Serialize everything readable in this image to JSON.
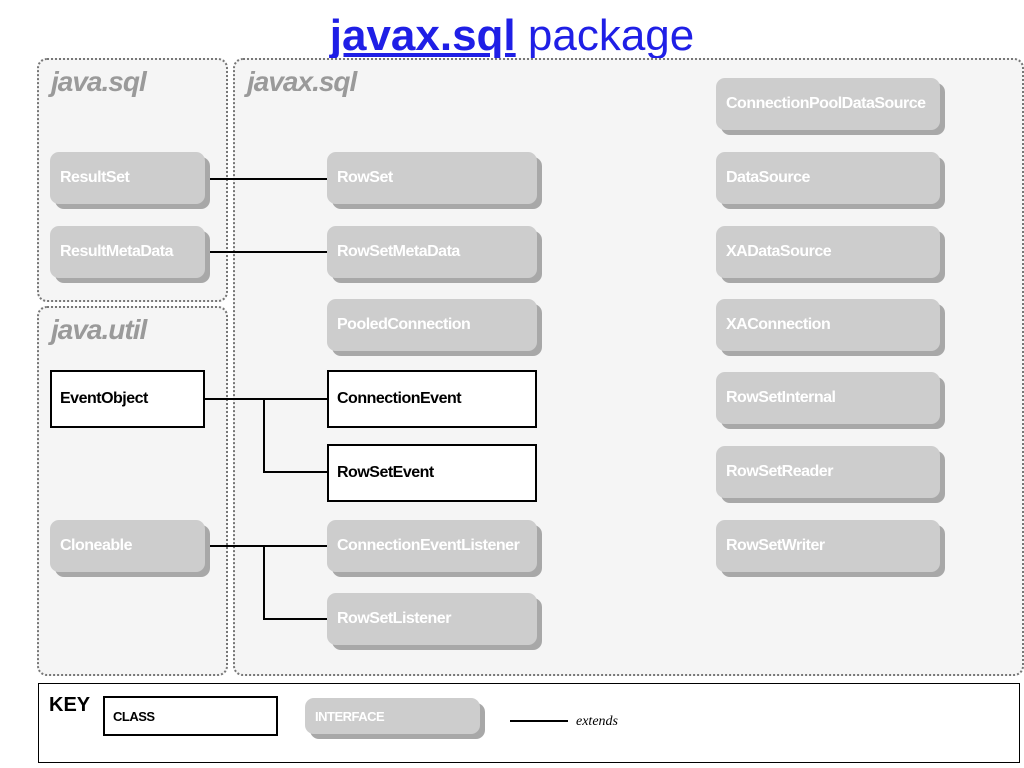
{
  "title": {
    "bold": "javax.sql",
    "rest": "package"
  },
  "packages": {
    "java_sql": "java.sql",
    "java_util": "java.util",
    "javax_sql": "javax.sql"
  },
  "items": {
    "result_set": "ResultSet",
    "result_meta_data": "ResultMetaData",
    "event_object": "EventObject",
    "cloneable": "Cloneable",
    "row_set": "RowSet",
    "row_set_meta_data": "RowSetMetaData",
    "pooled_connection": "PooledConnection",
    "connection_event": "ConnectionEvent",
    "row_set_event": "RowSetEvent",
    "connection_event_listener": "ConnectionEventListener",
    "row_set_listener": "RowSetListener",
    "connection_pool_data_source": "ConnectionPoolDataSource",
    "data_source": "DataSource",
    "xa_data_source": "XADataSource",
    "xa_connection": "XAConnection",
    "row_set_internal": "RowSetInternal",
    "row_set_reader": "RowSetReader",
    "row_set_writer": "RowSetWriter"
  },
  "key": {
    "label": "KEY",
    "class": "CLASS",
    "interface": "INTERFACE",
    "extends": "extends"
  }
}
